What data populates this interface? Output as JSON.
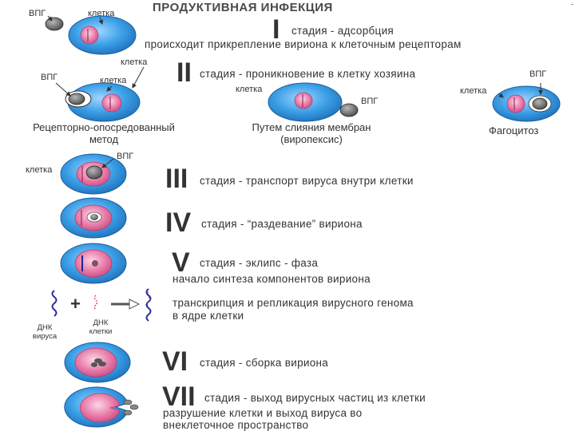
{
  "title": "ПРОДУКТИВНАЯ ИНФЕКЦИЯ",
  "corner_mark": "-",
  "stages": {
    "s1": {
      "num": "I",
      "text": "стадия - адсорбция",
      "detail": "происходит прикрепление вириона к клеточным рецепторам",
      "lbl_vpg": "ВПГ",
      "lbl_cell": "клетка"
    },
    "s2": {
      "num": "II",
      "text": "стадия - проникновение в клетку хозяина",
      "lbl_cell_top": "клетка",
      "lbl_vpg_left": "ВПГ",
      "lbl_cell_left": "клетка",
      "lbl_cell_mid": "клетка",
      "lbl_vpg_mid": "ВПГ",
      "lbl_vpg_right": "ВПГ",
      "lbl_cell_right": "клетка",
      "method_left_1": "Рецепторно-опосредованный",
      "method_left_2": "метод",
      "method_mid_1": "Путем слияния мембран",
      "method_mid_2": "(виропексис)",
      "method_right": "Фагоцитоз"
    },
    "s3": {
      "num": "III",
      "text": "стадия - транспорт вируса внутри клетки",
      "lbl_cell": "клетка",
      "lbl_vpg": "ВПГ"
    },
    "s4": {
      "num": "IV",
      "text": "стадия - “раздевание” вириона"
    },
    "s5": {
      "num": "V",
      "text": "стадия - эклипс - фаза",
      "detail": "начало синтеза компонентов вириона"
    },
    "repl": {
      "line1": "транскрипция и репликация вирусного генома",
      "line2": "в ядре клетки",
      "plus": "+",
      "dna_virus_1": "ДНК",
      "dna_virus_2": "вируса",
      "dna_cell_1": "ДНК",
      "dna_cell_2": "клетки"
    },
    "s6": {
      "num": "VI",
      "text": "стадия - сборка вириона"
    },
    "s7": {
      "num": "VII",
      "text": "стадия - выход вирусных частиц из клетки",
      "detail1": "разрушение клетки и выход вируса во",
      "detail2": "внеклеточное пространство"
    }
  },
  "colors": {
    "cell": "#3b9fe6",
    "cell_dark": "#1c6fb8",
    "nucleus": "#e0689a",
    "nucleus_light": "#f4b9cf",
    "virus": "#6b6b6b",
    "dna_virus": "#2a2a9a",
    "dna_cell": "#d03050"
  }
}
